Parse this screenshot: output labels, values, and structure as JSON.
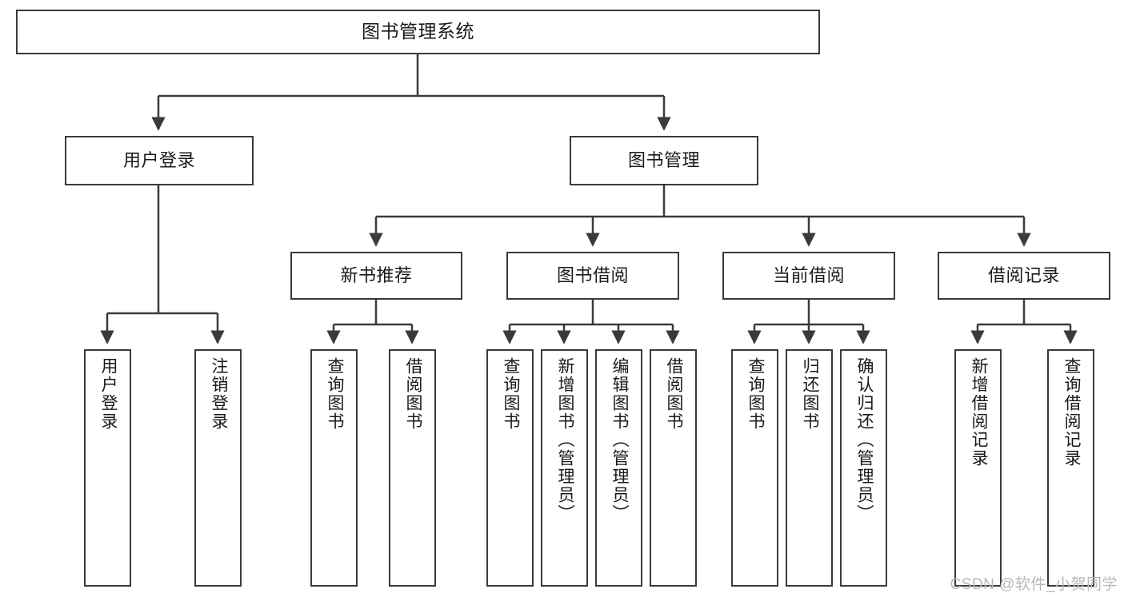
{
  "diagram": {
    "type": "tree-hierarchy",
    "title": "图书管理系统",
    "stroke_color": "#3a3a3a",
    "fill_color": "#ffffff",
    "text_color": "#1a1a1a",
    "nodes": {
      "root": {
        "label": "图书管理系统",
        "level": 0
      },
      "user_login": {
        "label": "用户登录",
        "level": 1
      },
      "book_manage": {
        "label": "图书管理",
        "level": 1
      },
      "new_book_rec": {
        "label": "新书推荐",
        "level": 2
      },
      "book_borrow": {
        "label": "图书借阅",
        "level": 2
      },
      "current_borrow": {
        "label": "当前借阅",
        "level": 2
      },
      "borrow_record": {
        "label": "借阅记录",
        "level": 2
      },
      "leaf_1": {
        "label": "用户登录",
        "level": 3,
        "parent": "用户登录"
      },
      "leaf_2": {
        "label": "注销登录",
        "level": 3,
        "parent": "用户登录"
      },
      "leaf_3": {
        "label": "查询图书",
        "level": 3,
        "parent": "新书推荐"
      },
      "leaf_4": {
        "label": "借阅图书",
        "level": 3,
        "parent": "新书推荐"
      },
      "leaf_5": {
        "label": "查询图书",
        "level": 3,
        "parent": "图书借阅"
      },
      "leaf_6": {
        "label": "新增图书（管理员）",
        "level": 3,
        "parent": "图书借阅"
      },
      "leaf_7": {
        "label": "编辑图书（管理员）",
        "level": 3,
        "parent": "图书借阅"
      },
      "leaf_8": {
        "label": "借阅图书",
        "level": 3,
        "parent": "图书借阅"
      },
      "leaf_9": {
        "label": "查询图书",
        "level": 3,
        "parent": "当前借阅"
      },
      "leaf_10": {
        "label": "归还图书",
        "level": 3,
        "parent": "当前借阅"
      },
      "leaf_11": {
        "label": "确认归还（管理员）",
        "level": 3,
        "parent": "当前借阅"
      },
      "leaf_12": {
        "label": "新增借阅记录",
        "level": 3,
        "parent": "借阅记录"
      },
      "leaf_13": {
        "label": "查询借阅记录",
        "level": 3,
        "parent": "借阅记录"
      }
    }
  },
  "watermark": {
    "text": "CSDN @软件_小贺同学"
  }
}
